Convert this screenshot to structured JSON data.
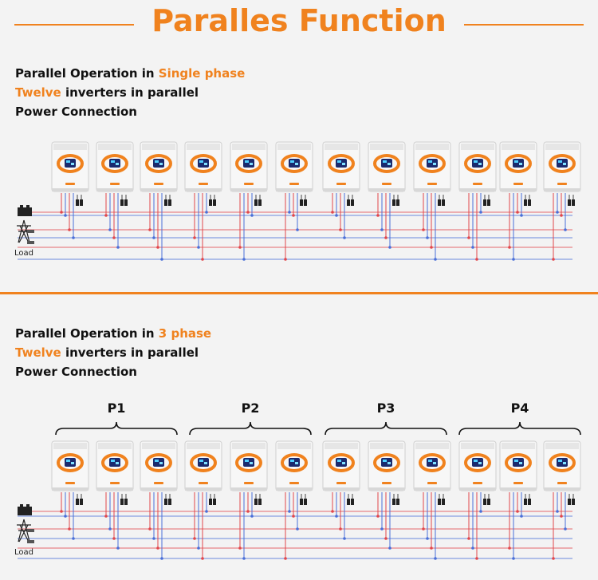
{
  "title": "Paralles Function",
  "colors": {
    "accent": "#f0821e",
    "wire_red": "#e2474b",
    "wire_blue": "#4a6fd8",
    "inverter_body": "#ffffff",
    "display": "#1a2a6e"
  },
  "single_phase": {
    "line1_prefix": "Parallel Operation in ",
    "line1_accent": "Single phase",
    "line2_accent": "Twelve",
    "line2_rest": " inverters in parallel",
    "line3": "Power Connection",
    "load_label": "Load",
    "icons": [
      "battery-icon",
      "grid-tower-icon"
    ]
  },
  "three_phase": {
    "line1_prefix": "Parallel Operation in ",
    "line1_accent": "3 phase",
    "line2_accent": "Twelve",
    "line2_rest": " inverters in parallel",
    "line3": "Power Connection",
    "load_label": "Load",
    "groups": [
      "P1",
      "P2",
      "P3",
      "P4"
    ]
  }
}
